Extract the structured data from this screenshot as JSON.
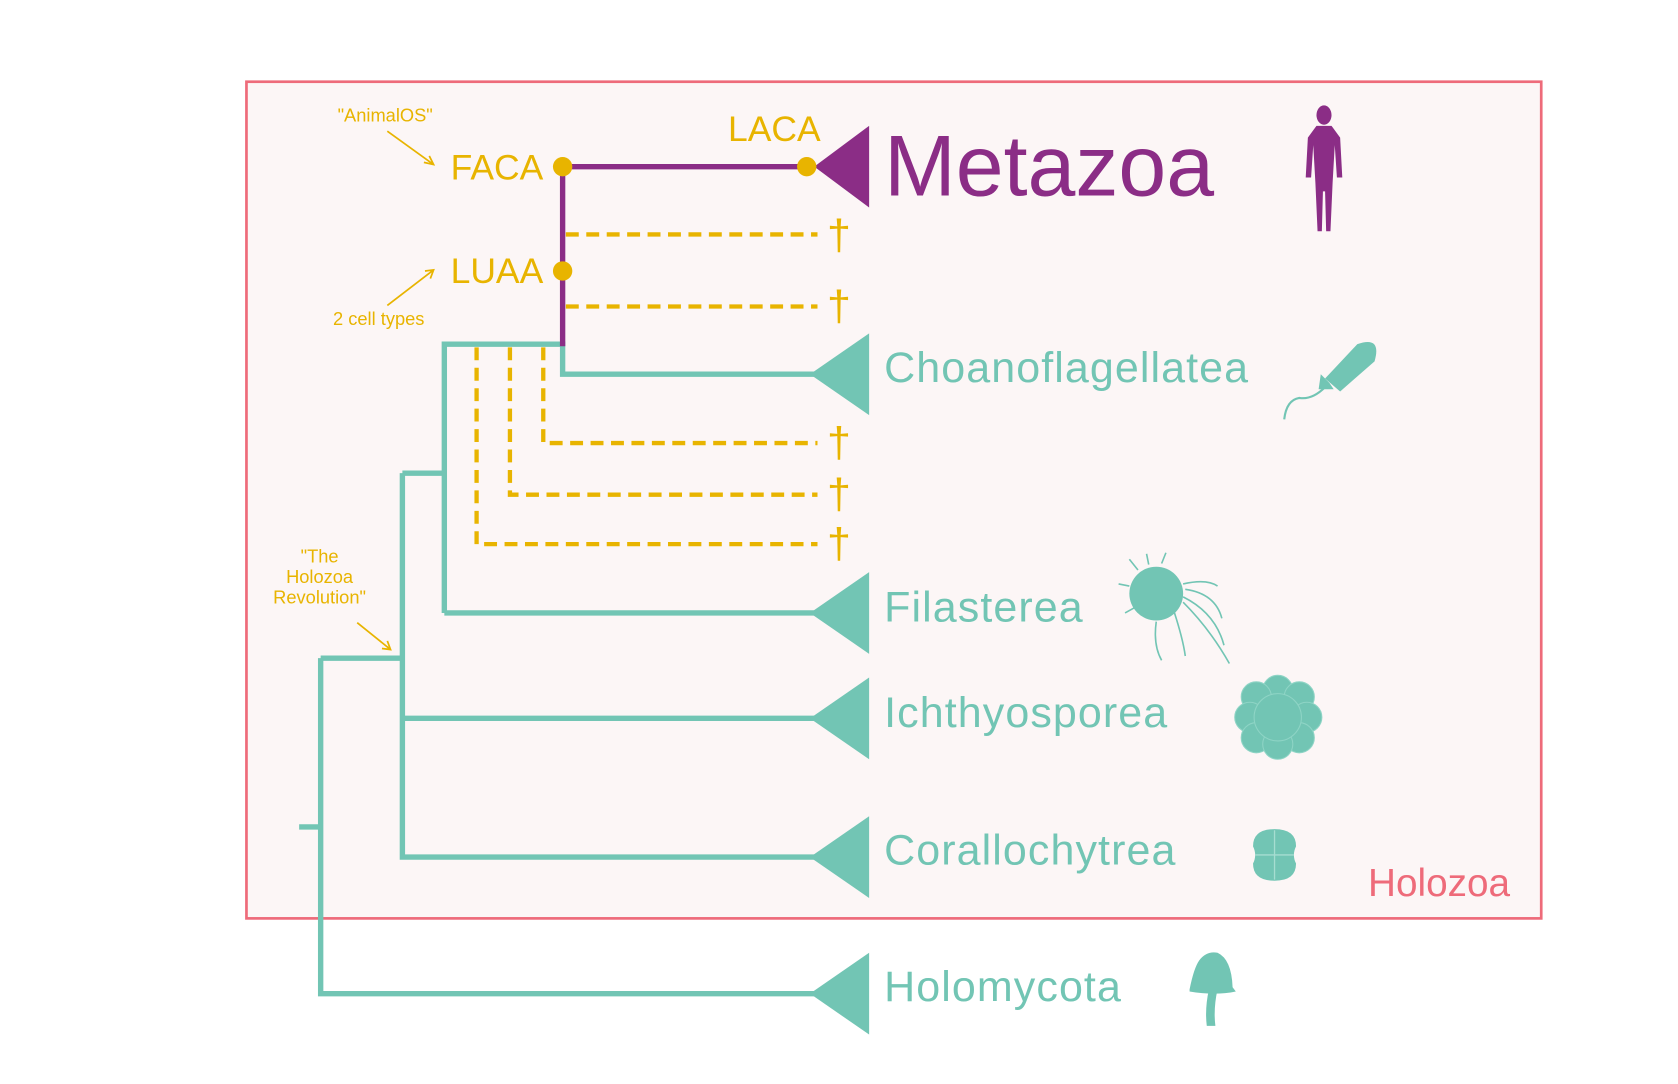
{
  "title": "Holozoa phylogeny",
  "colors": {
    "metazoa": "#8b2d86",
    "holozoa_clades": "#72c5b4",
    "ancestors_extinct": "#e8b400",
    "holozoa_box": "#ee6b7a",
    "box_fill": "#fcf6f6"
  },
  "group_label": "Holozoa",
  "nodes": {
    "faca": "FACA",
    "laca": "LACA",
    "luaa": "LUAA"
  },
  "annotations": {
    "animalos": "\"AnimalOS\"",
    "two_cell_types": "2 cell types",
    "revolution_lines": [
      "\"The",
      "Holozoa",
      "Revolution\""
    ]
  },
  "clades": [
    {
      "name": "Metazoa",
      "icon": "human-icon"
    },
    {
      "name": "Choanoflagellatea",
      "icon": "choanoflagellate-icon"
    },
    {
      "name": "Filasterea",
      "icon": "filasterean-cell-icon"
    },
    {
      "name": "Ichthyosporea",
      "icon": "ichthyosporean-cluster-icon"
    },
    {
      "name": "Corallochytrea",
      "icon": "corallochytrean-cell-icon"
    },
    {
      "name": "Holomycota",
      "icon": "mushroom-icon"
    }
  ],
  "extinct_marker": "†"
}
